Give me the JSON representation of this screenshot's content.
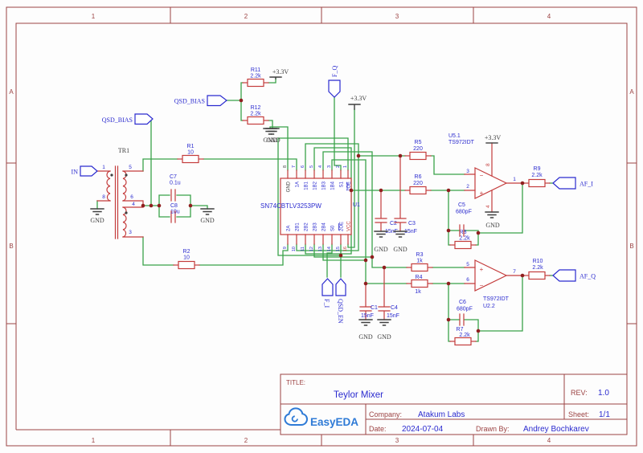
{
  "sheet": {
    "frame_columns": [
      "1",
      "2",
      "3",
      "4"
    ],
    "frame_rows": [
      "A",
      "B"
    ],
    "colors": {
      "frame": "#9c4343",
      "wire_green": "#3aa24a",
      "component_red": "#c43c3c",
      "net_blue": "#2b2bcf",
      "power_dark": "#3f3f3f",
      "junction_dot": "#8f1f1f",
      "logo_blue": "#2e7ad6"
    }
  },
  "title_block": {
    "title_label": "TITLE:",
    "title": "Teylor Mixer",
    "rev_label": "REV:",
    "rev": "1.0",
    "logo_text": "EasyEDA",
    "company_label": "Company:",
    "company": "Atakum Labs",
    "sheet_label": "Sheet:",
    "sheet": "1/1",
    "date_label": "Date:",
    "date": "2024-07-04",
    "drawn_label": "Drawn By:",
    "drawn_by": "Andrey Bochkarev"
  },
  "power": {
    "v33": "+3.3V",
    "gnd": "GND"
  },
  "ports": {
    "in": "IN",
    "qsd_bias_a": "QSD_BIAS",
    "qsd_bias_b": "QSD_BIAS",
    "f_q": "F_Q",
    "f_i": "F_I",
    "qsd_en": "QSD_EN",
    "af_i": "AF_I",
    "af_q": "AF_Q"
  },
  "transformer": {
    "ref": "TR1",
    "pin1": "1",
    "pin8": "8",
    "pin5": "5",
    "pin6": "6",
    "pin4": "4",
    "pin3": "3"
  },
  "ic": {
    "ref": "U1",
    "part": "SN74CBTLV3253PW",
    "top_pins": [
      {
        "num": "8",
        "name": "GND"
      },
      {
        "num": "7",
        "name": "1A"
      },
      {
        "num": "6",
        "name": "1B1"
      },
      {
        "num": "5",
        "name": "1B2"
      },
      {
        "num": "4",
        "name": "1B3"
      },
      {
        "num": "3",
        "name": "1B4"
      },
      {
        "num": "2",
        "name": "S1"
      },
      {
        "num": "1",
        "name": "1OE"
      }
    ],
    "bottom_pins": [
      {
        "num": "9",
        "name": "2A"
      },
      {
        "num": "10",
        "name": "2B1"
      },
      {
        "num": "11",
        "name": "2B2"
      },
      {
        "num": "12",
        "name": "2B3"
      },
      {
        "num": "13",
        "name": "2B4"
      },
      {
        "num": "14",
        "name": "S0"
      },
      {
        "num": "15",
        "name": "2OE"
      },
      {
        "num": "16",
        "name": "VCC"
      }
    ]
  },
  "opamp1": {
    "ref": "U5.1",
    "part": "TS972IDT",
    "pin_inv": "3",
    "pin_non": "2",
    "pin_out": "1",
    "pin_vcc": "8",
    "pin_gnd": "4",
    "minus": "−",
    "plus": "+"
  },
  "opamp2": {
    "ref": "U2.2",
    "part": "TS972IDT",
    "pin_non": "5",
    "pin_inv": "6",
    "pin_out": "7",
    "minus": "−",
    "plus": "+"
  },
  "resistors": {
    "r1": {
      "ref": "R1",
      "val": "10"
    },
    "r2": {
      "ref": "R2",
      "val": "10"
    },
    "r3": {
      "ref": "R3",
      "val": "1k"
    },
    "r4": {
      "ref": "R4",
      "val": "1k"
    },
    "r5": {
      "ref": "R5",
      "val": "220"
    },
    "r6": {
      "ref": "R6",
      "val": "220"
    },
    "r7": {
      "ref": "R7",
      "val": "2.2k"
    },
    "r8": {
      "ref": "R8",
      "val": "2.2k"
    },
    "r9": {
      "ref": "R9",
      "val": "2.2k"
    },
    "r10": {
      "ref": "R10",
      "val": "2.2k"
    },
    "r11": {
      "ref": "R11",
      "val": "2.2k"
    },
    "r12": {
      "ref": "R12",
      "val": "2.2k"
    }
  },
  "capacitors": {
    "c1": {
      "ref": "C1",
      "val": "15nF"
    },
    "c2": {
      "ref": "C2",
      "val": "15nF"
    },
    "c3": {
      "ref": "C3",
      "val": "15nF"
    },
    "c4": {
      "ref": "C4",
      "val": "15nF"
    },
    "c5": {
      "ref": "C5",
      "val": "680pF"
    },
    "c6": {
      "ref": "C6",
      "val": "680pF"
    },
    "c7": {
      "ref": "C7",
      "val": "0.1u"
    },
    "c8": {
      "ref": "C8",
      "val": "10u"
    }
  }
}
